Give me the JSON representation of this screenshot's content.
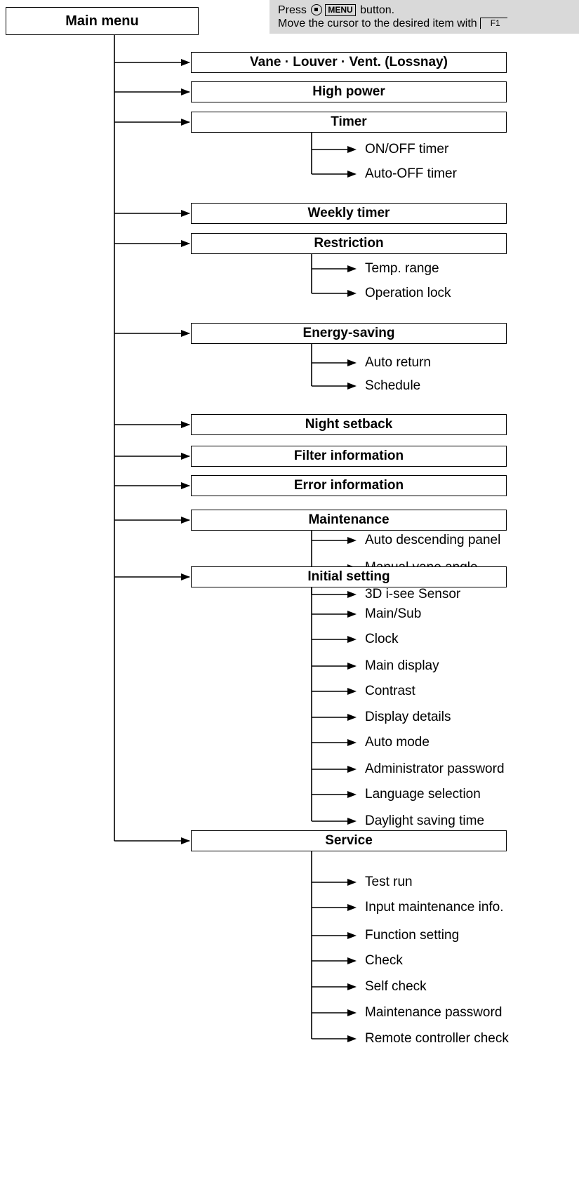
{
  "main_menu": "Main menu",
  "instruction": {
    "press": "Press",
    "menu_key": "MENU",
    "button": "button.",
    "move": "Move the cursor to the desired item with",
    "f1_key": "F1"
  },
  "items": {
    "vane": {
      "label": "Vane · Louver · Vent. (Lossnay)"
    },
    "high_power": {
      "label": "High power"
    },
    "timer": {
      "label": "Timer",
      "subs": [
        "ON/OFF timer",
        "Auto-OFF timer"
      ]
    },
    "weekly_timer": {
      "label": "Weekly timer"
    },
    "restriction": {
      "label": "Restriction",
      "subs": [
        "Temp. range",
        "Operation lock"
      ]
    },
    "energy_saving": {
      "label": "Energy-saving",
      "subs": [
        "Auto return",
        "Schedule"
      ]
    },
    "night_setback": {
      "label": "Night setback"
    },
    "filter_info": {
      "label": "Filter information"
    },
    "error_info": {
      "label": "Error information"
    },
    "maintenance": {
      "label": "Maintenance",
      "subs": [
        "Auto descending panel",
        "Manual vane angle",
        "3D i-see Sensor"
      ]
    },
    "initial_setting": {
      "label": "Initial setting",
      "subs": [
        "Main/Sub",
        "Clock",
        "Main display",
        "Contrast",
        "Display details",
        "Auto mode",
        "Administrator password",
        "Language selection",
        "Daylight saving time"
      ]
    },
    "service": {
      "label": "Service",
      "subs": [
        "Test run",
        "Input maintenance info.",
        "Function setting",
        "Check",
        "Self check",
        "Maintenance password",
        "Remote controller check"
      ]
    }
  }
}
